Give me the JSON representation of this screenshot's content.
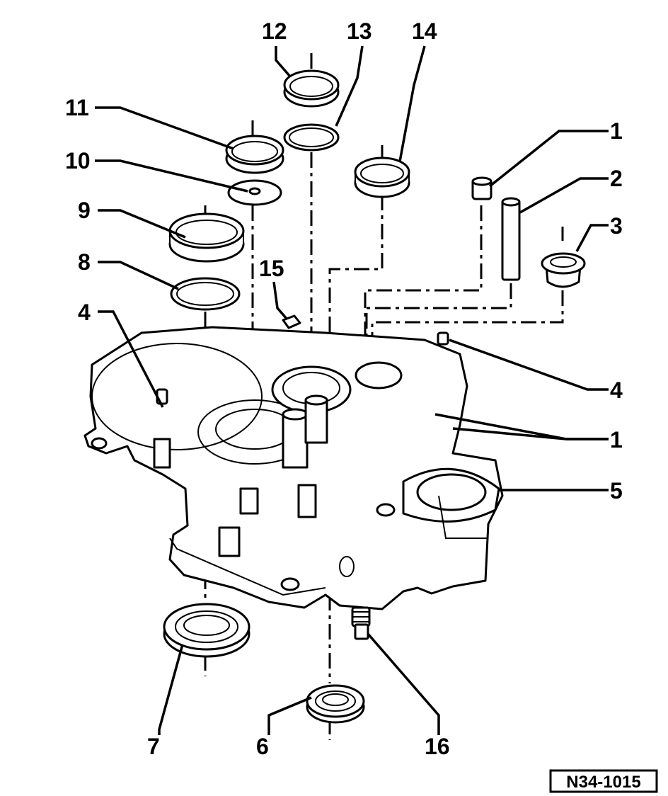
{
  "callouts": [
    {
      "id": "c12",
      "label": "12"
    },
    {
      "id": "c13",
      "label": "13"
    },
    {
      "id": "c14",
      "label": "14"
    },
    {
      "id": "c11",
      "label": "11"
    },
    {
      "id": "c10",
      "label": "10"
    },
    {
      "id": "c9",
      "label": "9"
    },
    {
      "id": "c8",
      "label": "8"
    },
    {
      "id": "c15",
      "label": "15"
    },
    {
      "id": "c4a",
      "label": "4"
    },
    {
      "id": "c1a",
      "label": "1"
    },
    {
      "id": "c2",
      "label": "2"
    },
    {
      "id": "c3",
      "label": "3"
    },
    {
      "id": "c4b",
      "label": "4"
    },
    {
      "id": "c1b",
      "label": "1"
    },
    {
      "id": "c5",
      "label": "5"
    },
    {
      "id": "c7",
      "label": "7"
    },
    {
      "id": "c6",
      "label": "6"
    },
    {
      "id": "c16",
      "label": "16"
    }
  ],
  "reference_code": "N34-1015"
}
